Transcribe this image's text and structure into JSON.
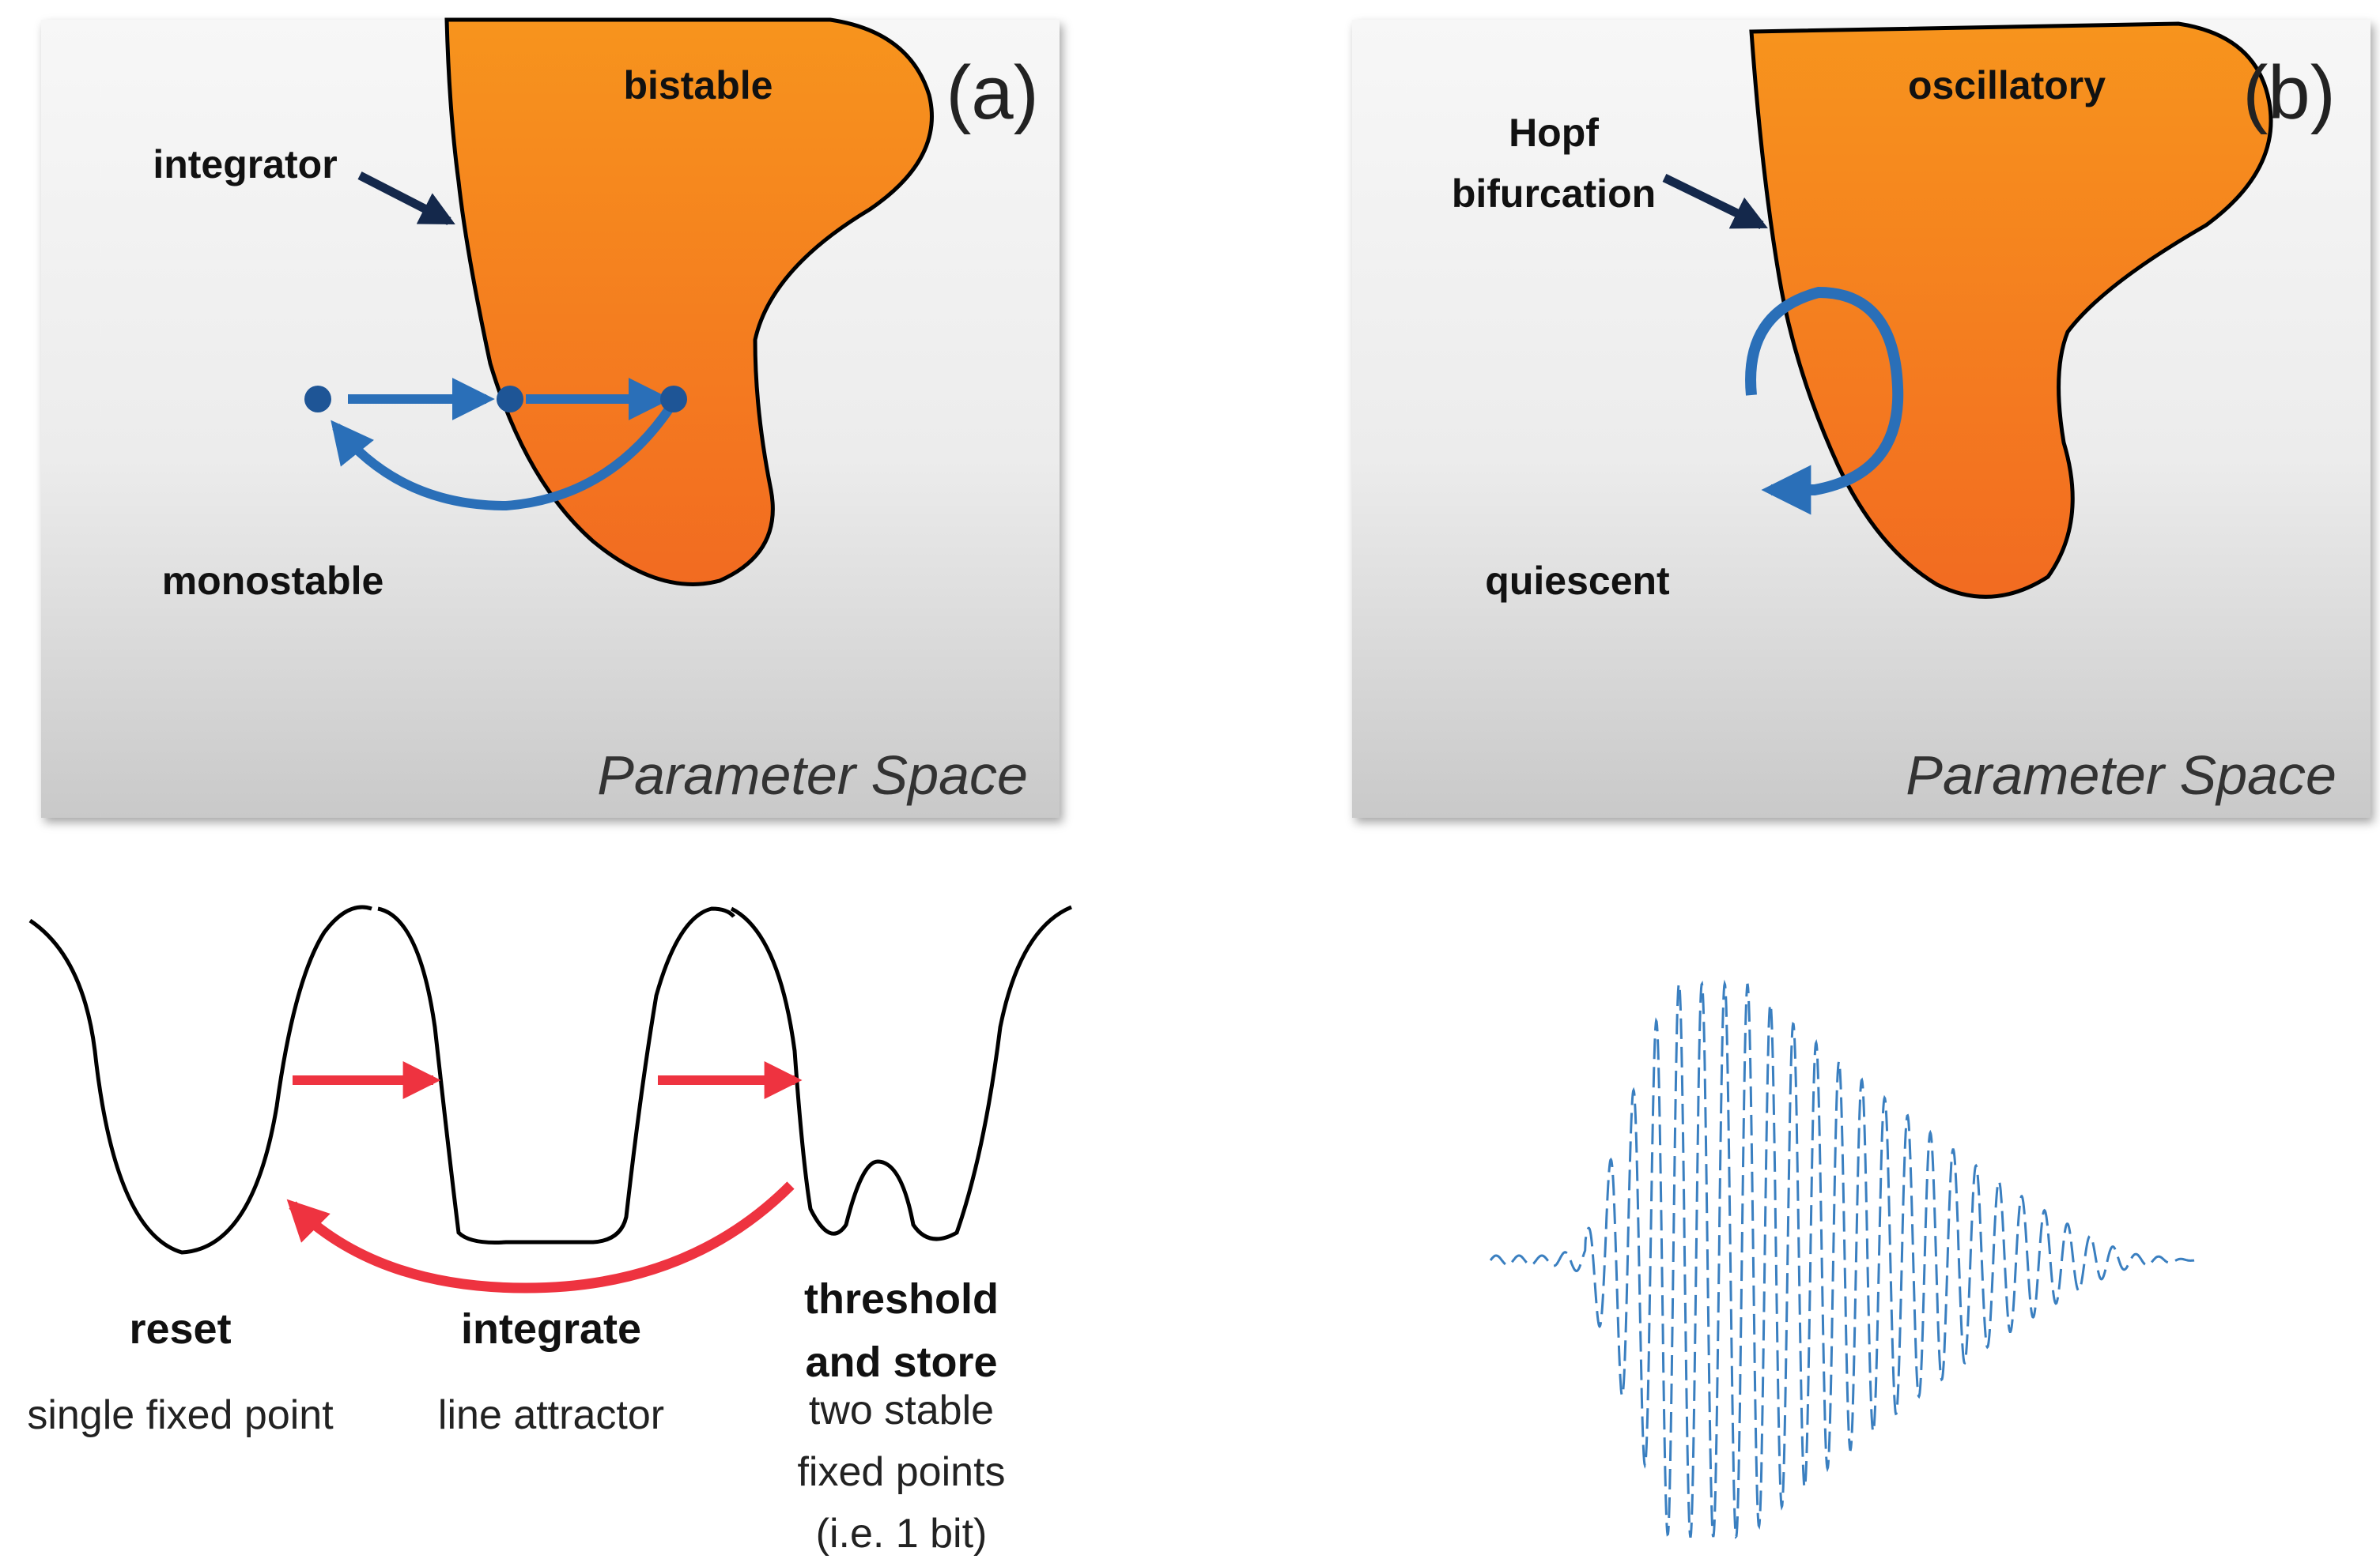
{
  "panel_a": {
    "letter": "(a)",
    "region_inside": "bistable",
    "boundary_label": "integrator",
    "region_outside": "monostable",
    "space_label": "Parameter Space"
  },
  "panel_b": {
    "letter": "(b)",
    "region_inside": "oscillatory",
    "boundary_label_line1": "Hopf",
    "boundary_label_line2": "bifurcation",
    "region_outside": "quiescent",
    "space_label": "Parameter Space"
  },
  "landscape": {
    "reset": {
      "title": "reset",
      "desc": "single fixed point"
    },
    "integrate": {
      "title": "integrate",
      "desc": "line attractor"
    },
    "threshold": {
      "title_line1": "threshold",
      "title_line2": "and store",
      "desc_line1": "two stable",
      "desc_line2": "fixed points",
      "desc_line3": "(i.e. 1 bit)"
    }
  },
  "colors": {
    "region_top": "#f7941d",
    "region_bottom": "#f26b21",
    "arrow_blue": "#2a6fb8",
    "arrow_navy": "#14284b",
    "arrow_red": "#ee3340",
    "trace_blue": "#3a7fc0"
  }
}
